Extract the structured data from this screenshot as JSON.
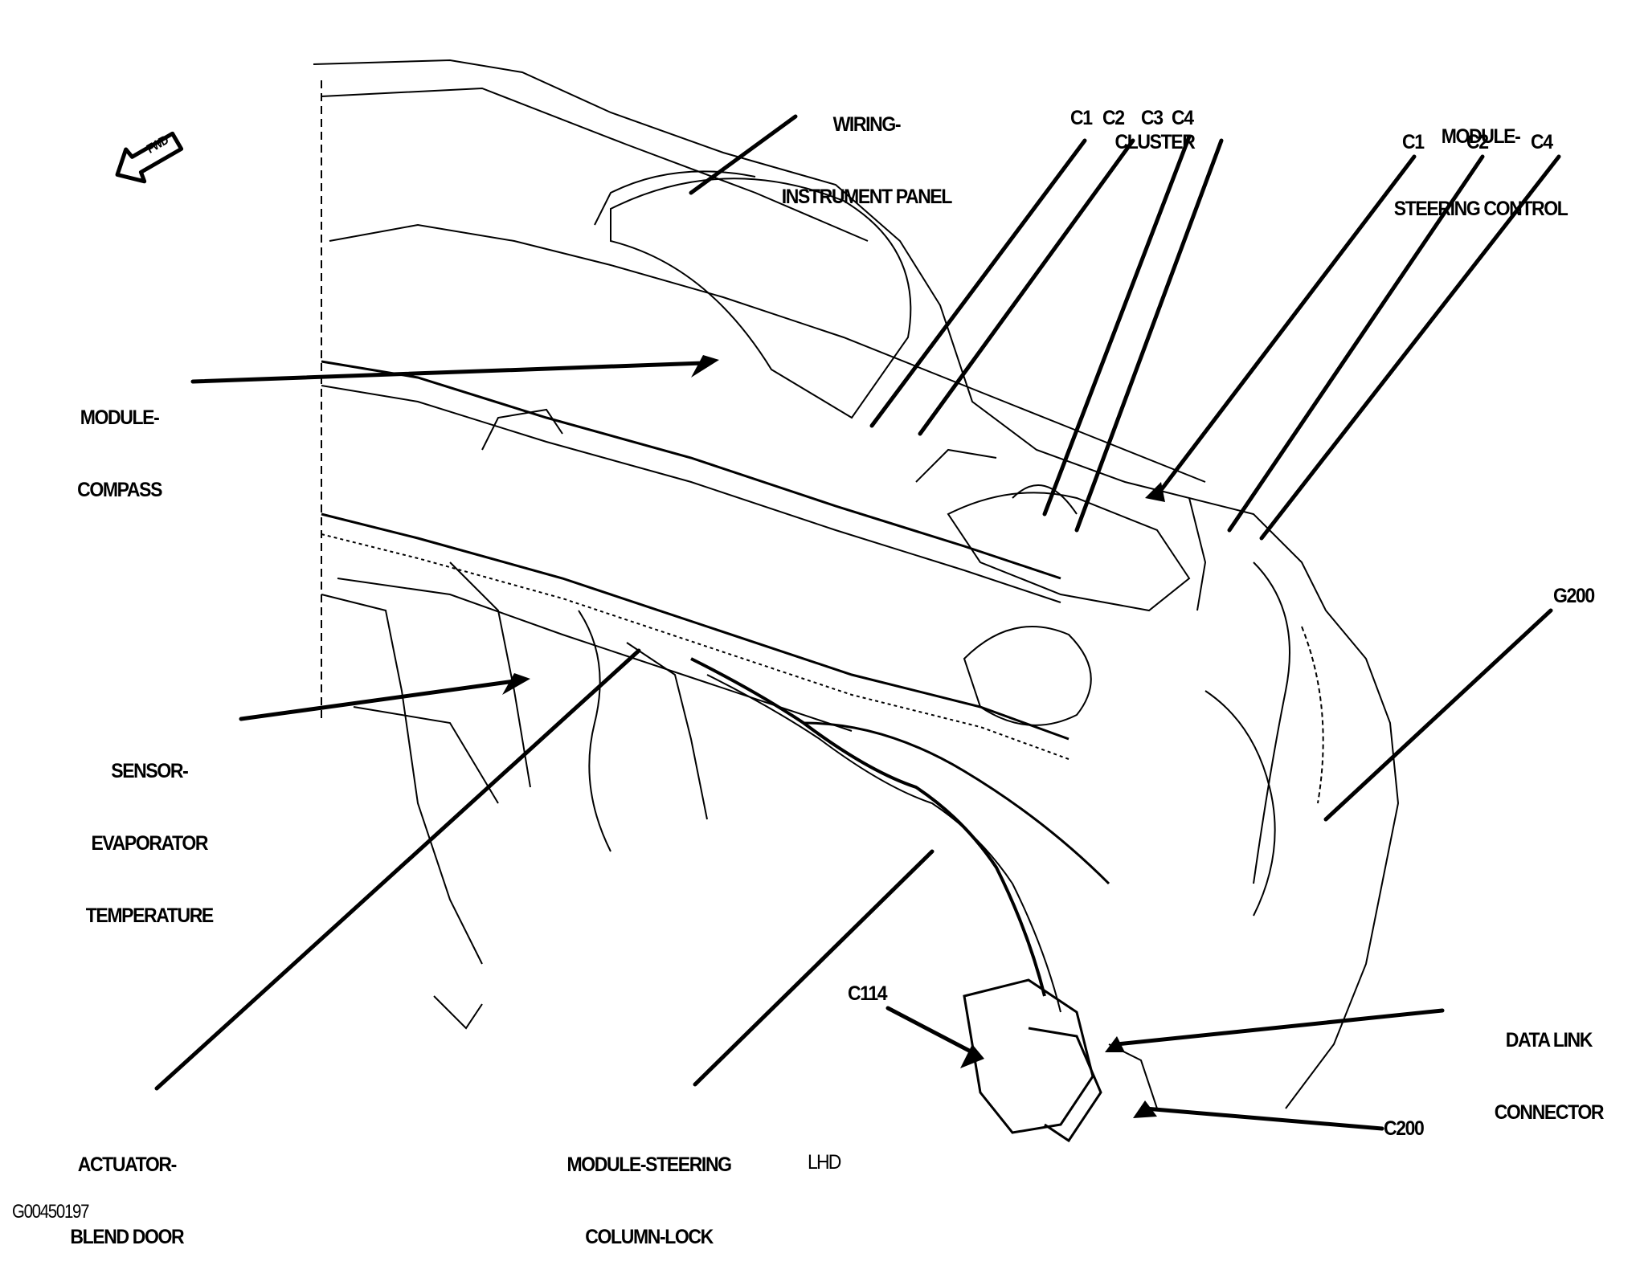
{
  "diagram": {
    "view": "LHD",
    "figure_id": "G00450197",
    "direction_arrow": "FWD",
    "callouts": [
      {
        "id": "wiring-instrument-panel",
        "lines": [
          "WIRING-",
          "INSTRUMENT PANEL"
        ]
      },
      {
        "id": "cluster",
        "lines": [
          "CLUSTER"
        ],
        "connectors": [
          "C1",
          "C2",
          "C3",
          "C4"
        ]
      },
      {
        "id": "module-steering-control",
        "lines": [
          "MODULE-",
          "STEERING CONTROL"
        ],
        "connectors": [
          "C1",
          "C2",
          "C4"
        ]
      },
      {
        "id": "module-compass",
        "lines": [
          "MODULE-",
          "COMPASS"
        ]
      },
      {
        "id": "sensor-evaporator-temperature",
        "lines": [
          "SENSOR-",
          "EVAPORATOR",
          "TEMPERATURE"
        ]
      },
      {
        "id": "g200",
        "lines": [
          "G200"
        ]
      },
      {
        "id": "c114",
        "lines": [
          "C114"
        ]
      },
      {
        "id": "data-link-connector",
        "lines": [
          "DATA LINK",
          "CONNECTOR"
        ]
      },
      {
        "id": "actuator-blend-door",
        "lines": [
          "ACTUATOR-",
          "BLEND DOOR"
        ]
      },
      {
        "id": "module-steering-column-lock",
        "lines": [
          "MODULE-STEERING",
          "COLUMN-LOCK"
        ]
      },
      {
        "id": "c200",
        "lines": [
          "C200"
        ]
      }
    ]
  }
}
